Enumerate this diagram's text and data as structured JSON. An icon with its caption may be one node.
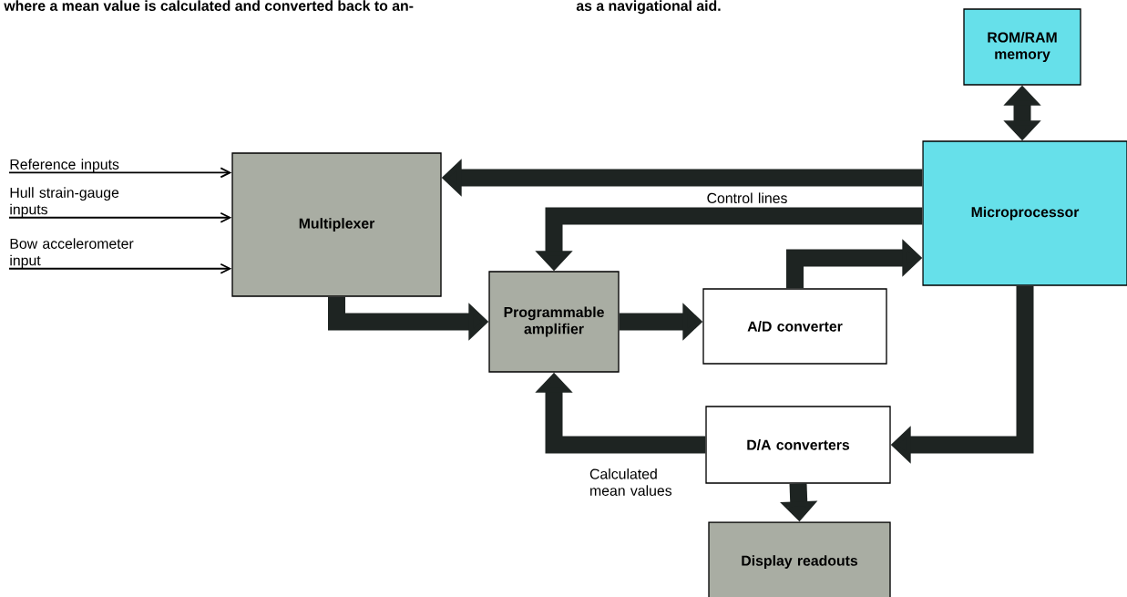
{
  "diagram": {
    "nodes": [
      {
        "text": [
          "Reference inputs"
        ]
      },
      {
        "text": [
          "Hull strain-gauge inputs"
        ]
      },
      {
        "text": [
          "Bow accelerometer input"
        ]
      },
      {
        "text": [
          "Multiplexer"
        ]
      },
      {
        "text": [
          "ROM/RAM memory"
        ]
      },
      {
        "text": [
          "Microprocessor"
        ]
      },
      {
        "text": [
          "Programmable amplifier"
        ]
      },
      {
        "text": [
          "A/D converter"
        ]
      },
      {
        "text": [
          "D/A converters"
        ]
      },
      {
        "text": [
          "Display readouts"
        ]
      }
    ],
    "edges": [
      {
        "from": 0,
        "to": 3,
        "arrow": "to"
      },
      {
        "from": 1,
        "to": 3,
        "arrow": "to"
      },
      {
        "from": 2,
        "to": 3,
        "arrow": "to"
      },
      {
        "from": 4,
        "to": 5,
        "arrow": "both"
      },
      {
        "from": 5,
        "to": 3,
        "arrow": "to"
      },
      {
        "from": 5,
        "to": 6,
        "arrow": "to",
        "label": "Control lines"
      },
      {
        "from": 3,
        "to": 6,
        "arrow": "to"
      },
      {
        "from": 6,
        "to": 7,
        "arrow": "to"
      },
      {
        "from": 7,
        "to": 5,
        "arrow": "to"
      },
      {
        "from": 5,
        "to": 8,
        "arrow": "to"
      },
      {
        "from": 8,
        "to": 6,
        "arrow": "to",
        "label": "Calculated mean values"
      },
      {
        "from": 8,
        "to": 9,
        "arrow": "to"
      }
    ],
    "labels": [
      "where a mean value is calculated and converted back to an-",
      "as a navigational aid."
    ]
  }
}
